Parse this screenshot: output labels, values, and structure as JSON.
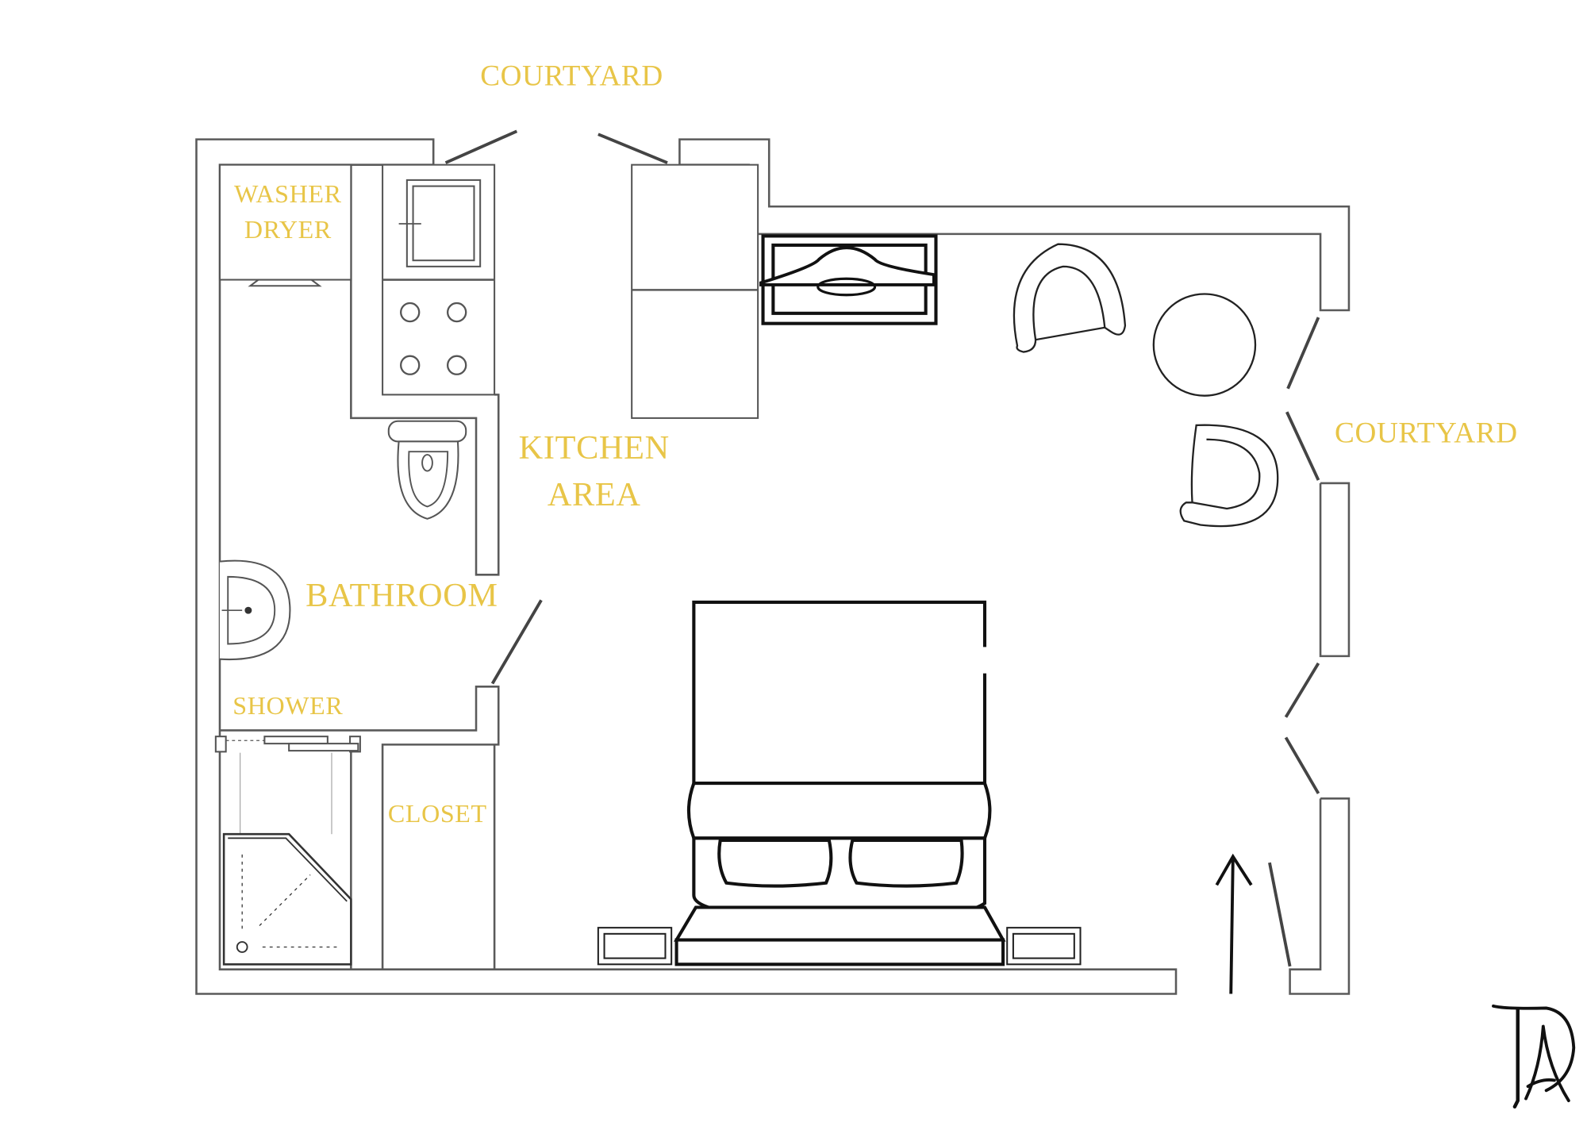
{
  "plan": {
    "labels": {
      "courtyard_top": "COURTYARD",
      "courtyard_right": "COURTYARD",
      "washer": "WASHER",
      "dryer": "DRYER",
      "kitchen": "KITCHEN",
      "area": "AREA",
      "bathroom": "BATHROOM",
      "shower": "SHOWER",
      "closet": "CLOSET"
    },
    "colors": {
      "label": "#E8C547",
      "wall": "#5a5a5a",
      "furniture": "#111111"
    },
    "logo": "TA"
  }
}
